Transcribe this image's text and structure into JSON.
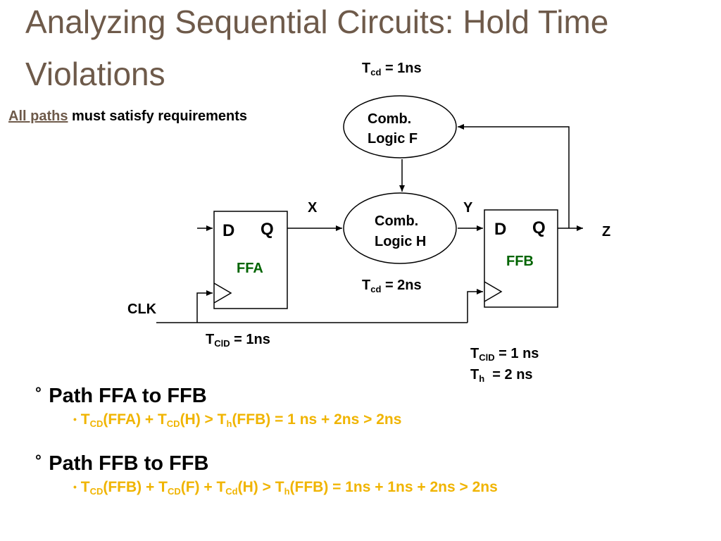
{
  "title": "Analyzing Sequential Circuits: Hold Time Violations",
  "subtitle": {
    "emph": "All paths",
    "rest": " must satisfy requirements"
  },
  "diagram": {
    "tcd_f": {
      "sym": "T",
      "sub": "cd",
      "rest": " = 1ns"
    },
    "tcd_h": {
      "sym": "T",
      "sub": "cd",
      "rest": " = 2ns"
    },
    "logic_f": {
      "line1": "Comb.",
      "line2": "Logic F"
    },
    "logic_h": {
      "line1": "Comb.",
      "line2": "Logic H"
    },
    "ffa": {
      "d": "D",
      "q": "Q",
      "name": "FFA"
    },
    "ffb": {
      "d": "D",
      "q": "Q",
      "name": "FFB"
    },
    "x": "X",
    "y": "Y",
    "z": "Z",
    "clk": "CLK",
    "ffa_timing": {
      "sym": "T",
      "sub": "ClD",
      "rest": " = 1ns"
    },
    "ffb_timing1": {
      "sym": "T",
      "sub": "ClD",
      "rest": " = 1 ns"
    },
    "ffb_timing2": {
      "sym": "T",
      "sub": "h",
      "rest": "  = 2 ns"
    }
  },
  "bullets": [
    {
      "marker": "°",
      "heading": "Path FFA to FFB",
      "sub_marker": "•",
      "eq": {
        "t1": "T",
        "s1": "CD",
        "a": "(FFA) + ",
        "t2": "T",
        "s2": "CD",
        "b": "(H) > ",
        "t3": "T",
        "s3": "h",
        "c": "(FFB) = 1 ns + 2ns > 2ns"
      }
    },
    {
      "marker": "°",
      "heading": "Path FFB to FFB",
      "sub_marker": "•",
      "eq": {
        "t1": "T",
        "s1": "CD",
        "a": "(FFB) + ",
        "t2": "T",
        "s2": "CD",
        "b": "(F) + ",
        "t3": "T",
        "s3": "Cd",
        "c": "(H) > ",
        "t4": "T",
        "s4": "h",
        "d": "(FFB) = 1ns + 1ns + 2ns > 2ns"
      }
    }
  ],
  "colors": {
    "title": "#6e5a4a",
    "ff_name": "#006400",
    "equation": "#f0b400"
  }
}
